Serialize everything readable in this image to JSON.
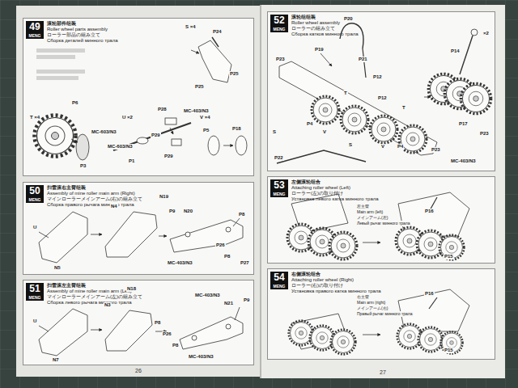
{
  "diagram": {
    "nodes": [
      {
        "text": [
          "26"
        ]
      },
      {
        "text": [
          "49",
          "MENG",
          "滚轮部件组装",
          "Roller wheel parts assembly",
          "ローラー部品の組み立て",
          "Сборка деталей минного трала"
        ],
        "in": 0
      },
      {
        "text": [
          "50",
          "MENG",
          "扫雷滚右主臂组装",
          "Assembly of mine roller main arm (Right)",
          "マインローラーメインアーム(右)の組み立て",
          "Сборка правого рычага минного трала"
        ],
        "in": 0
      },
      {
        "text": [
          "51",
          "MENG",
          "扫雷滚左主臂组装",
          "Assembly of mine roller main arm (Left)",
          "マインローラーメインアーム(左)の組み立て",
          "Сборка левого рычага минного трала"
        ],
        "in": 0
      },
      {
        "text": [
          "27"
        ]
      },
      {
        "text": [
          "52",
          "MENG",
          "滚轮组组装",
          "Roller wheel assembly",
          "ローラーの組み立て",
          "Сборка катков минного трала"
        ],
        "in": 4
      },
      {
        "text": [
          "53",
          "MENG",
          "左侧滚轮组合",
          "Attaching roller wheel (Left)",
          "ローラー(左)の取り付け",
          "Установка левого катка минного трала"
        ],
        "in": 4
      },
      {
        "text": [
          "54",
          "MENG",
          "右侧滚轮组合",
          "Attaching roller wheel (Right)",
          "ローラー(右)の取り付け",
          "Установка правого катка минного трала"
        ],
        "in": 4
      }
    ],
    "labels": [
      "S ×4",
      "P24",
      "P25",
      "P25",
      "T ×4",
      "P6",
      "P3",
      "U ×2",
      "MC-603/N3",
      "MC-603/N3",
      "P1",
      "P28",
      "MC-403/N3",
      "P29",
      "P29",
      "V ×4",
      "P5",
      "P18",
      "U",
      "N4",
      "N19",
      "N5",
      "P9",
      "N20",
      "P8",
      "MC-403/N3",
      "P26",
      "P8",
      "P27",
      "U",
      "N18",
      "N3",
      "N7",
      "MC-403/N3",
      "N21",
      "P9",
      "P8",
      "P26",
      "P8",
      "MC-403/N3",
      "P20",
      "P19",
      "P21",
      "P23",
      "P12",
      "P12",
      "T",
      "P4",
      "V",
      "S",
      "P22",
      "T",
      "V",
      "P4",
      "S",
      "×2",
      "P14",
      "P17",
      "P23",
      "MC-403/N3",
      "P23",
      "左主臂",
      "Main arm (left)",
      "メインアーム(左)",
      "Левый рычаг минного трала",
      "P16",
      "P15",
      "右主臂",
      "Main arm (right)",
      "メインアーム(右)",
      "Правый рычаг минного трала",
      "P16",
      "P15"
    ]
  }
}
